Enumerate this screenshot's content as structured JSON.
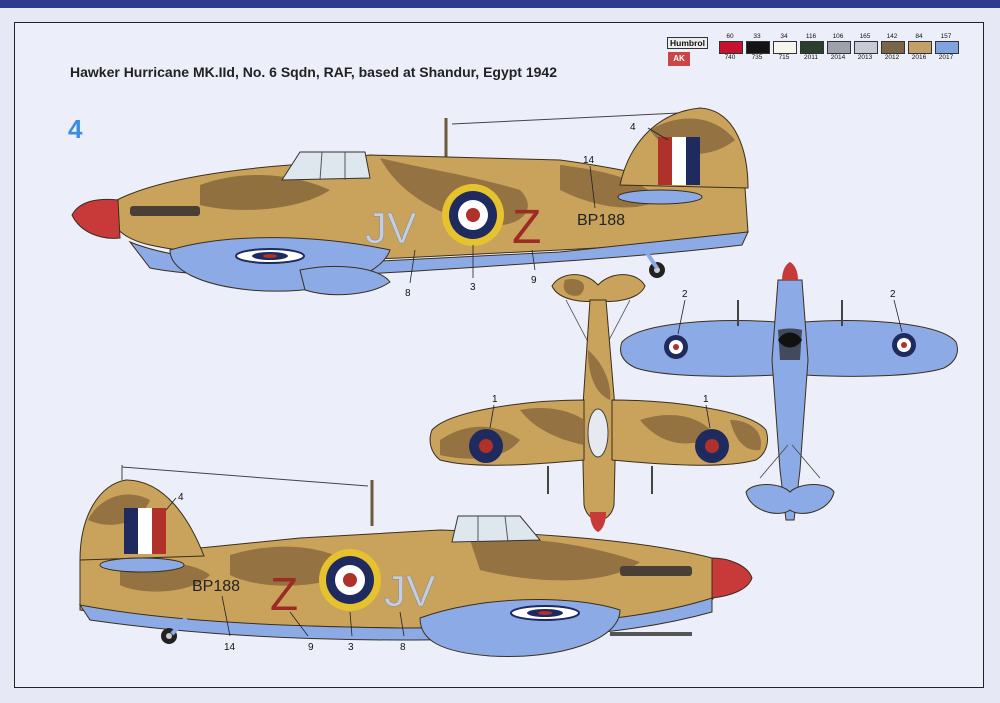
{
  "title": "Hawker Hurricane MK.IId, No. 6 Sqdn, RAF, based at Shandur, Egypt 1942",
  "profile_number": "4",
  "palette": {
    "brand_label": "Humbrol",
    "logo_text": "AK",
    "swatches": [
      {
        "top": "60",
        "bottom": "740",
        "color": "#c6122e"
      },
      {
        "top": "33",
        "bottom": "735",
        "color": "#141414"
      },
      {
        "top": "34",
        "bottom": "715",
        "color": "#f7f5ee"
      },
      {
        "top": "116",
        "bottom": "2011",
        "color": "#2b3f2c"
      },
      {
        "top": "106",
        "bottom": "2014",
        "color": "#9ea1ab"
      },
      {
        "top": "165",
        "bottom": "2013",
        "color": "#c7cad6"
      },
      {
        "top": "142",
        "bottom": "2012",
        "color": "#7a6547"
      },
      {
        "top": "84",
        "bottom": "2016",
        "color": "#c2a068"
      },
      {
        "top": "157",
        "bottom": "2017",
        "color": "#7ea3df"
      }
    ]
  },
  "markings": {
    "top_squadron_code": "JV",
    "top_individual_letter": "Z",
    "top_serial": "BP188",
    "bottom_squadron_code": "JV",
    "bottom_individual_letter": "Z",
    "bottom_serial": "BP188"
  },
  "callouts": {
    "top_fin": "4",
    "top_serial": "14",
    "top_roundel": "3",
    "top_8": "8",
    "top_9": "9",
    "under_left": "2",
    "under_right": "2",
    "upper_left": "1",
    "upper_right": "1",
    "bottom_fin": "4",
    "bottom_14": "14",
    "bottom_9": "9",
    "bottom_3": "3",
    "bottom_8": "8"
  },
  "colors": {
    "sand": "#c9a35c",
    "brown": "#8b6a3c",
    "underside": "#8cabe6",
    "spinner": "#c83a3a",
    "roundel_blue": "#1f2a5e",
    "roundel_red": "#b0302a",
    "roundel_yellow": "#e6c22e",
    "code_grey": "#c7cdd9",
    "code_red": "#9c2b25"
  }
}
